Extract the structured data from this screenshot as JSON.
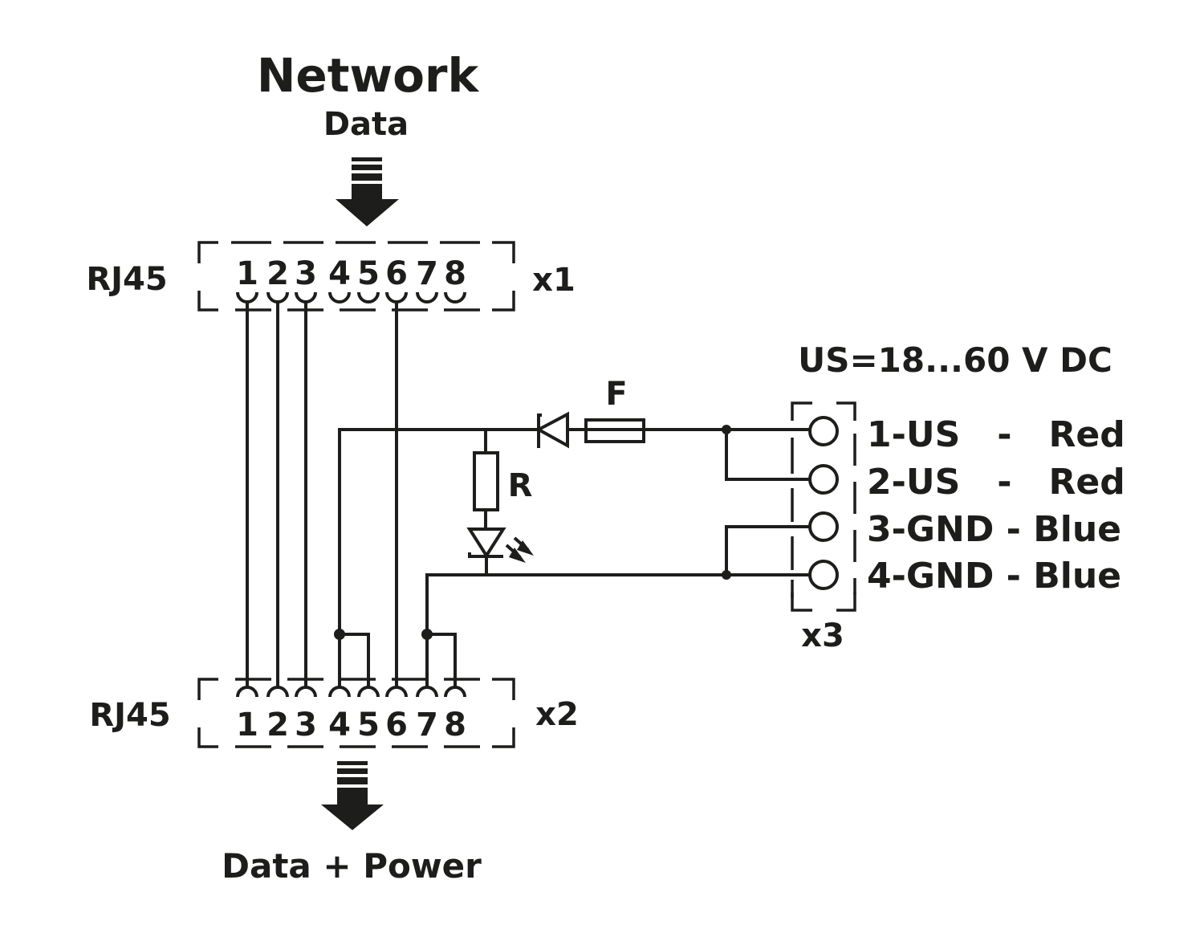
{
  "diagram": {
    "title": "Network",
    "subtitle": "Data",
    "bottom_label": "Data + Power",
    "supply_label": "US=18...60 V DC",
    "connectors": {
      "x1": {
        "type_label": "RJ45",
        "designator": "x1",
        "pins": [
          "1",
          "2",
          "3",
          "4",
          "5",
          "6",
          "7",
          "8"
        ]
      },
      "x2": {
        "type_label": "RJ45",
        "designator": "x2",
        "pins": [
          "1",
          "2",
          "3",
          "4",
          "5",
          "6",
          "7",
          "8"
        ]
      },
      "x3": {
        "designator": "x3",
        "terminals": [
          {
            "pin": "1",
            "signal": "US",
            "color": "Red",
            "label": "1-US   -   Red"
          },
          {
            "pin": "2",
            "signal": "US",
            "color": "Red",
            "label": "2-US   -   Red"
          },
          {
            "pin": "3",
            "signal": "GND",
            "color": "Blue",
            "label": "3-GND - Blue"
          },
          {
            "pin": "4",
            "signal": "GND",
            "color": "Blue",
            "label": "4-GND - Blue"
          }
        ]
      }
    },
    "components": {
      "fuse": "F",
      "resistor": "R",
      "diode": "diode",
      "led": "LED"
    },
    "connections": [
      "x1.1 - x2.1",
      "x1.2 - x2.2",
      "x1.3 - x2.3",
      "x1.6 - x2.6",
      "x3.1/x3.2 (US) - F - diode - x2.4/x2.5",
      "x3.3/x3.4 (GND) - x2.7/x2.8",
      "US rail - R - LED - GND rail"
    ],
    "colors": {
      "ink": "#1d1d1b",
      "background": "#ffffff"
    }
  }
}
